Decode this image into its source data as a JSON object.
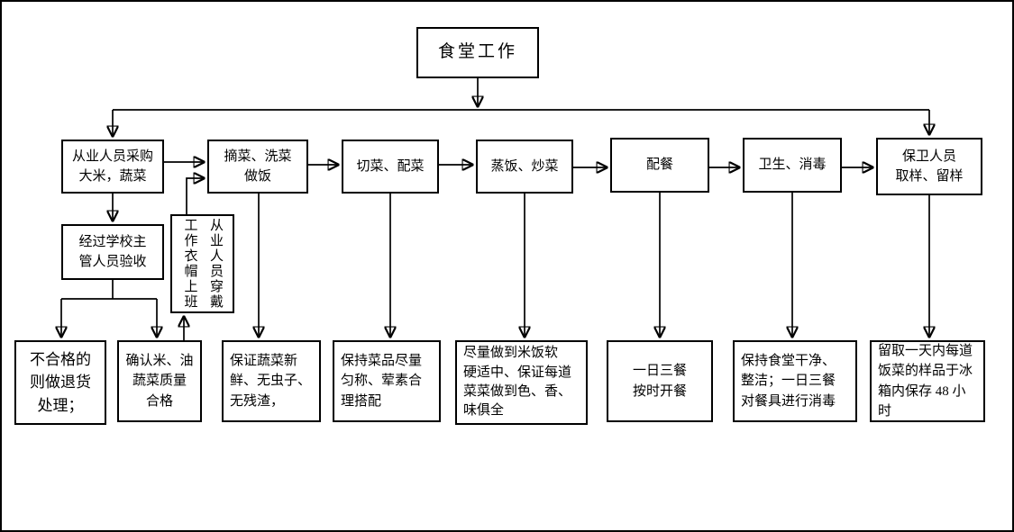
{
  "diagram": {
    "title": "食堂工作",
    "line_color": "#000000",
    "background_color": "#ffffff",
    "nodes": {
      "title": "食堂工作",
      "purchase": "从业人员采购\n大米，蔬菜",
      "pick_wash": "摘菜、洗菜\n做饭",
      "cut_match": "切菜、配菜",
      "steam_fry": "蒸饭、炒菜",
      "serve": "配餐",
      "hygiene": "卫生、消毒",
      "security": "保卫人员\n取样、留样",
      "inspect": "经过学校主\n管人员验收",
      "uniform": "从业人员穿戴\n工作衣帽上班",
      "reject": "不合格的\n则做退货\n处理；",
      "confirm": "确认米、油\n蔬菜质量\n合格",
      "fresh": "保证蔬菜新\n鲜、无虫子、\n无残渣，",
      "balance": "保持菜品尽量\n匀称、荤素合\n理搭配",
      "rice": "尽量做到米饭软\n硬适中、保证每道\n菜菜做到色、香、\n味俱全",
      "meals": "一日三餐\n按时开餐",
      "clean": "保持食堂干净、\n整洁；一日三餐\n对餐具进行消毒",
      "sample": "留取一天内每道\n饭菜的样品于冰\n箱内保存 48 小时"
    },
    "edges": [
      "title -> top-line",
      "top-line -> purchase",
      "top-line -> security",
      "purchase -> pick_wash",
      "pick_wash -> cut_match",
      "cut_match -> steam_fry",
      "steam_fry -> serve",
      "serve -> hygiene",
      "hygiene -> security",
      "purchase -> inspect",
      "inspect -> reject",
      "inspect -> confirm",
      "confirm -> uniform",
      "uniform -> pick_wash",
      "pick_wash -> fresh",
      "cut_match -> balance",
      "steam_fry -> rice",
      "serve -> meals",
      "hygiene -> clean",
      "security -> sample"
    ]
  }
}
